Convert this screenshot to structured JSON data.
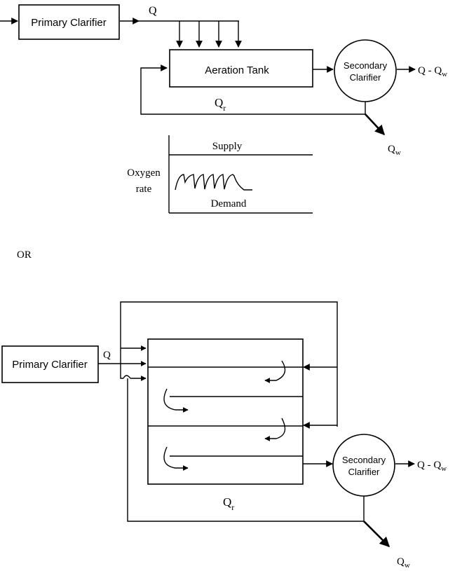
{
  "top": {
    "primary_clarifier": "Primary Clarifier",
    "flow_q": "Q",
    "aeration_tank": "Aeration Tank",
    "secondary_clarifier_line1": "Secondary",
    "secondary_clarifier_line2": "Clarifier",
    "effluent_q": "Q - Q",
    "effluent_sub": "w",
    "return_q": "Q",
    "return_sub": "r",
    "waste_q": "Q",
    "waste_sub": "w"
  },
  "oxygen_chart": {
    "ylabel_line1": "Oxygen",
    "ylabel_line2": "rate",
    "supply_label": "Supply",
    "demand_label": "Demand"
  },
  "separator": "OR",
  "bottom": {
    "primary_clarifier": "Primary Clarifier",
    "flow_q": "Q",
    "secondary_clarifier_line1": "Secondary",
    "secondary_clarifier_line2": "Clarifier",
    "effluent_q": "Q - Q",
    "effluent_sub": "w",
    "return_q": "Q",
    "return_sub": "r",
    "waste_q": "Q",
    "waste_sub": "w"
  }
}
